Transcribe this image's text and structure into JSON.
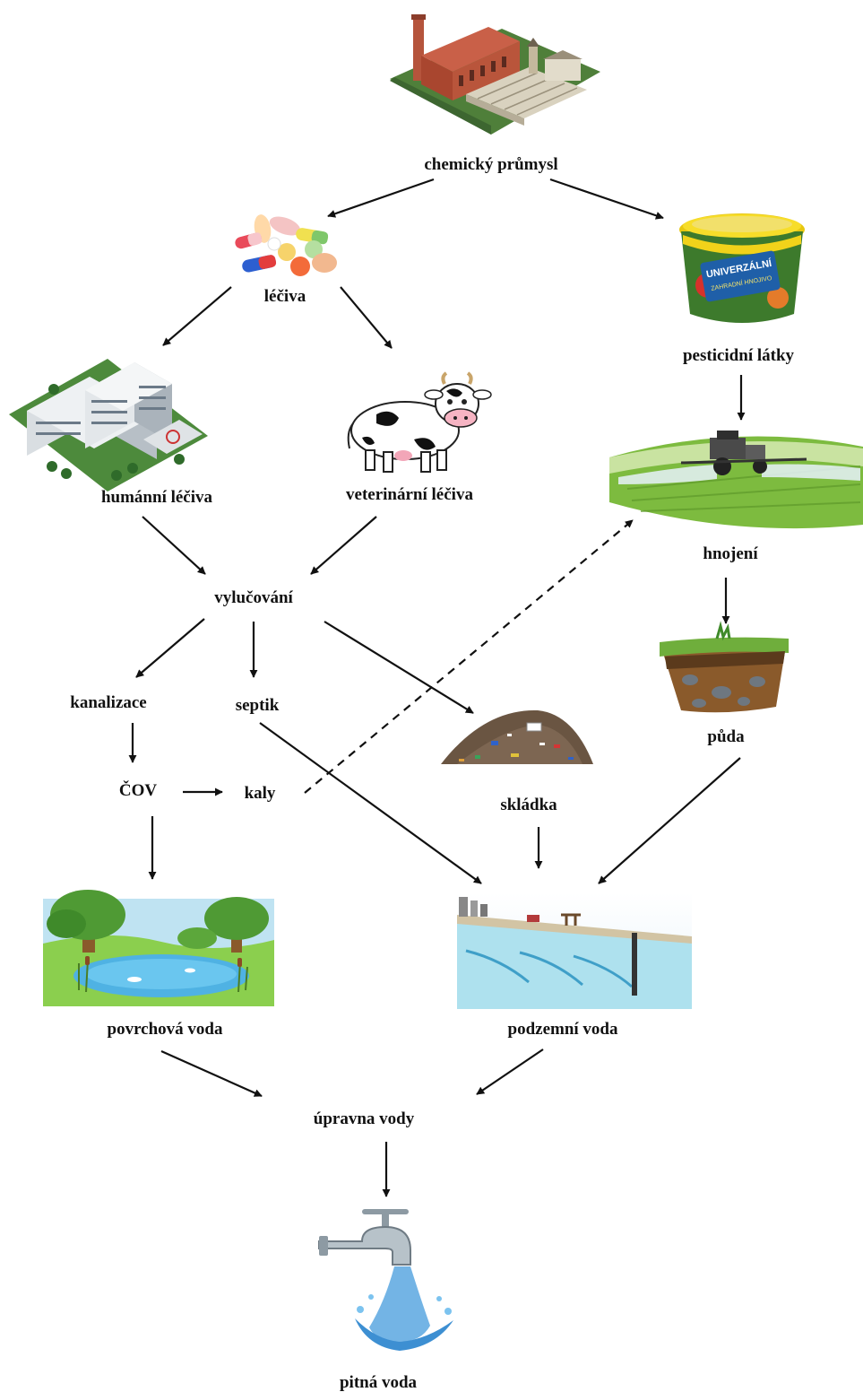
{
  "labels": {
    "chemical_industry": "chemický průmysl",
    "pharmaceuticals": "léčiva",
    "pesticides": "pesticidní látky",
    "human_pharma": "humánní léčiva",
    "veterinary_pharma": "veterinární léčiva",
    "fertilization": "hnojení",
    "excretion": "vylučování",
    "sewer": "kanalizace",
    "septic": "septik",
    "soil": "půda",
    "wwtp": "ČOV",
    "sludge": "kaly",
    "landfill": "skládka",
    "surface_water": "povrchová voda",
    "groundwater": "podzemní voda",
    "water_treatment": "úpravna vody",
    "drinking_water": "pitná voda"
  },
  "product_label": {
    "line1": "UNIVERZÁLNÍ",
    "line2": "ZAHRADNÍ HNOJIVO"
  },
  "colors": {
    "arrow": "#111111",
    "grass": "#6fae3c",
    "water": "#5bc3e8",
    "soil": "#8a5a2b",
    "factory_brick": "#b5543c"
  }
}
